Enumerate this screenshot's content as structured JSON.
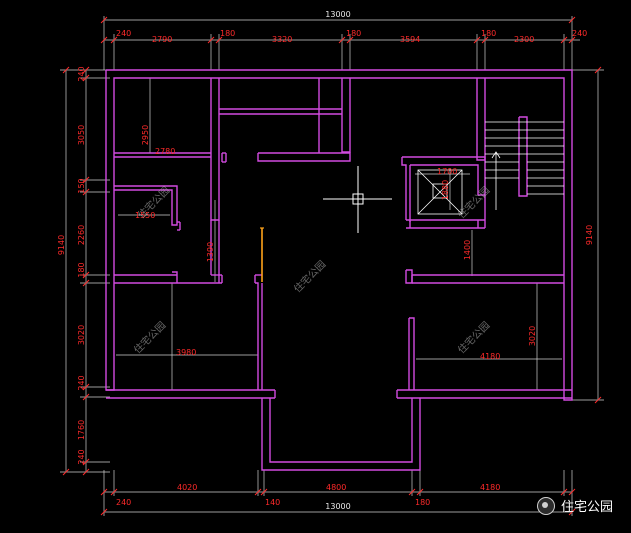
{
  "dimensions": {
    "top_total": "13000",
    "top_segments": [
      "240",
      "2790",
      "180",
      "3320",
      "180",
      "3594",
      "180",
      "2300",
      "240"
    ],
    "bottom_total": "13000",
    "bottom_segments": [
      "240",
      "4020",
      "140",
      "4800",
      "180",
      "4180"
    ],
    "left_total": "9140",
    "left_segments": [
      "240",
      "3050",
      "150",
      "2260",
      "180",
      "3020",
      "240",
      "1760",
      "240"
    ],
    "right_total": "9140",
    "inner_labels": [
      "2950",
      "2780",
      "1550",
      "1390",
      "3980",
      "1700",
      "1880",
      "1400",
      "4180",
      "3020"
    ]
  },
  "watermark_text": "住宅公园",
  "brand": {
    "label": "住宅公园",
    "logo_icon": "wechat-logo-icon"
  },
  "colors": {
    "background": "#000000",
    "wall": "#d24be0",
    "dimension": "#ff2a2a",
    "helper": "#d0d0d0",
    "accent": "#ffa31a"
  }
}
